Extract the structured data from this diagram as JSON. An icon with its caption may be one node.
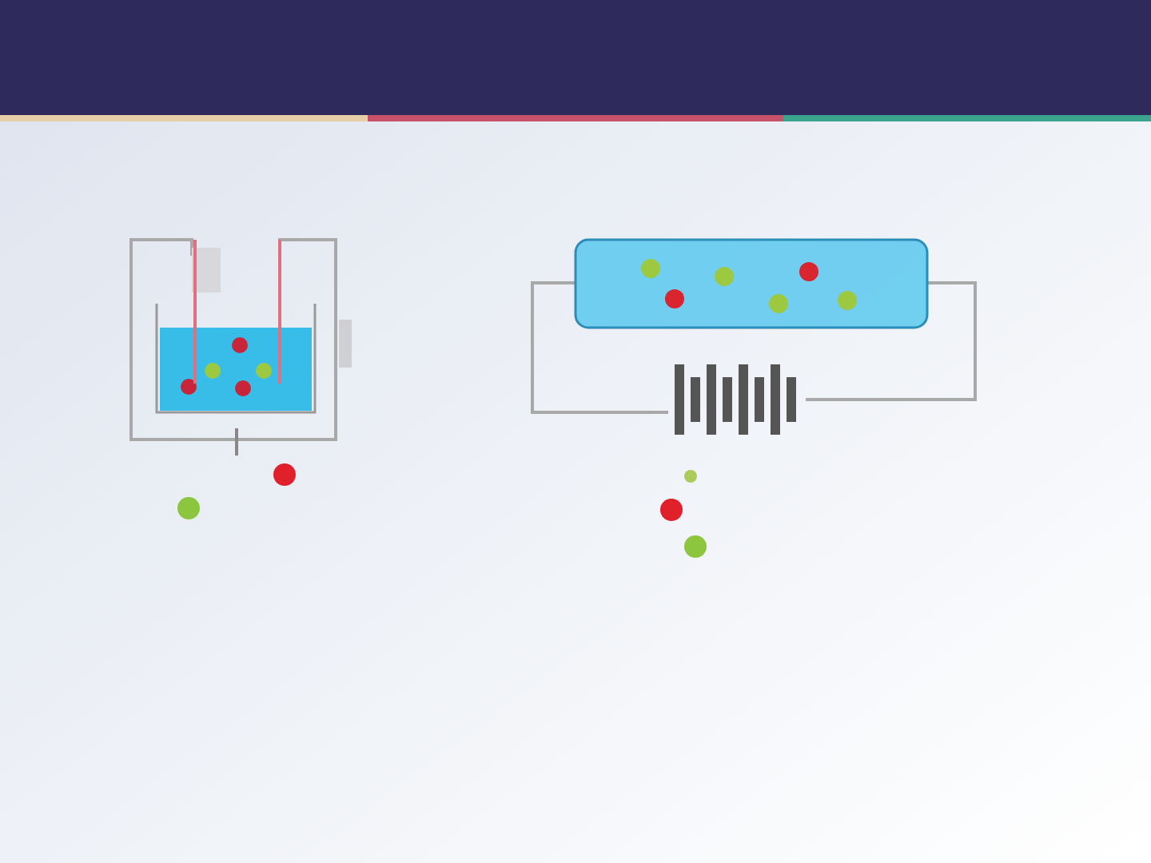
{
  "diagram": {
    "nodes": [
      {
        "text": [],
        "shape": "box"
      },
      {
        "text": [],
        "shape": "box"
      },
      {
        "text": [],
        "shape": "bar"
      }
    ],
    "edges": [
      {
        "from": 1,
        "to": 2,
        "arrow": "none"
      },
      {
        "from": 2,
        "to": 1,
        "arrow": "none"
      }
    ]
  }
}
